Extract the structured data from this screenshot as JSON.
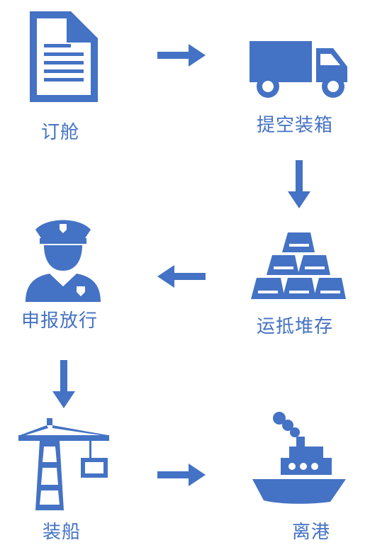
{
  "steps": [
    {
      "label": "订舱",
      "icon": "document-icon"
    },
    {
      "label": "提空装箱",
      "icon": "truck-icon"
    },
    {
      "label": "运抵堆存",
      "icon": "stacked-bars-icon"
    },
    {
      "label": "申报放行",
      "icon": "customs-officer-icon"
    },
    {
      "label": "装船",
      "icon": "crane-icon"
    },
    {
      "label": "离港",
      "icon": "ship-icon"
    }
  ],
  "colors": {
    "accent": "#4472c4",
    "background": "#ffffff"
  }
}
